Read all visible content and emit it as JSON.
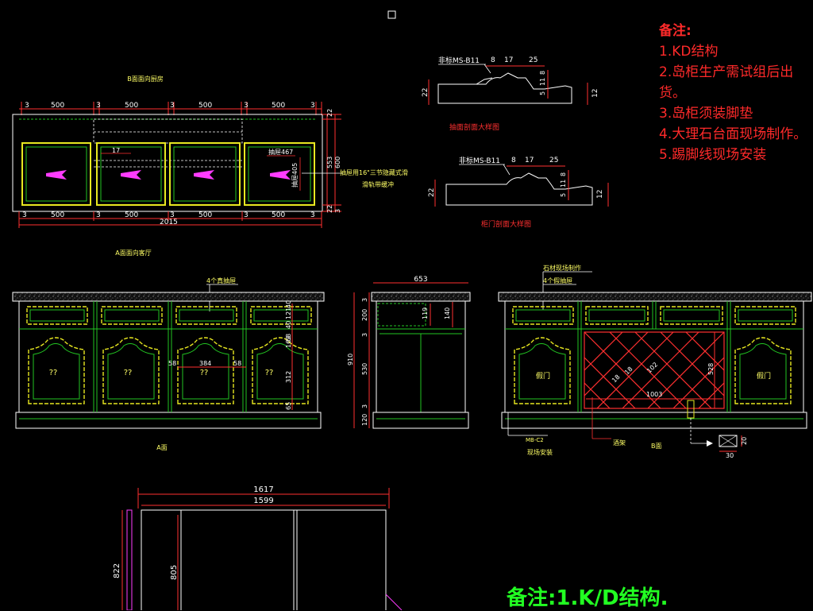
{
  "views": {
    "plan_top_title": "B面面向厨房",
    "elevation_a_title": "A面面向客厅",
    "elevation_a_label": "A面",
    "elevation_b_label": "B面"
  },
  "top_plan": {
    "width_segments": [
      "3",
      "500",
      "3",
      "500",
      "3",
      "500",
      "3",
      "500",
      "3"
    ],
    "total_width": "2015",
    "right_dims": [
      "22",
      "553",
      "600",
      "22"
    ],
    "right_dims_extra": [
      "3"
    ],
    "inner_dim": "17",
    "drawer_labels": [
      "抽屉467",
      "抽屉405"
    ],
    "note_line1": "抽屉用16\"三节隐藏式滑",
    "note_line2": "滑轨带缓冲"
  },
  "details": {
    "drawer_section": {
      "code": "非标MS-B11",
      "dims_top": [
        "8",
        "17",
        "25"
      ],
      "dims_side": [
        "22",
        "5",
        "11",
        "8",
        "12"
      ],
      "title": "抽面剖面大样图"
    },
    "door_section": {
      "code": "非标MS-B11",
      "dims_top": [
        "8",
        "17",
        "25"
      ],
      "dims_side": [
        "22",
        "5",
        "11",
        "8",
        "12"
      ],
      "title": "柜门剖面大样图"
    }
  },
  "elevation_a": {
    "drawer_callout": "4个真抽屉",
    "panel_marks": [
      "??",
      "??",
      "??",
      "??"
    ],
    "dims": [
      "58",
      "384",
      "58",
      "68",
      "312",
      "65",
      "163",
      "40",
      "121",
      "40"
    ]
  },
  "side_section": {
    "width": "653",
    "heights": [
      "3",
      "200",
      "3",
      "530",
      "3",
      "120"
    ],
    "total_height": "910",
    "inner_dims": [
      "119",
      "140"
    ]
  },
  "elevation_b": {
    "stone_callout": "石材现场制作",
    "drawer_callout": "4个假抽屉",
    "door_labels": [
      "假门",
      "假门"
    ],
    "rack_dims": [
      "18",
      "18",
      "102",
      "528",
      "1003"
    ],
    "baseboard_code": "MB-C2",
    "baseboard_note": "现场安装",
    "rack_label": "酒架",
    "detail_dims": [
      "20",
      "30"
    ]
  },
  "bottom_plan": {
    "dims_width": [
      "1617",
      "1599"
    ],
    "dims_height": [
      "822",
      "805"
    ]
  },
  "notes": {
    "title": "备注:",
    "items": [
      "1.KD结构",
      "2.岛柜生产需试组后出货。",
      "3.岛柜须装脚垫",
      "4.大理石台面现场制作。",
      "5.踢脚线现场安装"
    ]
  },
  "bottom_note": "备注:1.K/D结构.",
  "colors": {
    "background": "#000000",
    "outline": "#ffffff",
    "dimension": "#ff3030",
    "drawer_frame": "#e8e820",
    "hidden_line": "#22c522",
    "notes_text": "#ff2a2a",
    "magenta": "#ff3cff",
    "label_text": "#ffff66"
  }
}
